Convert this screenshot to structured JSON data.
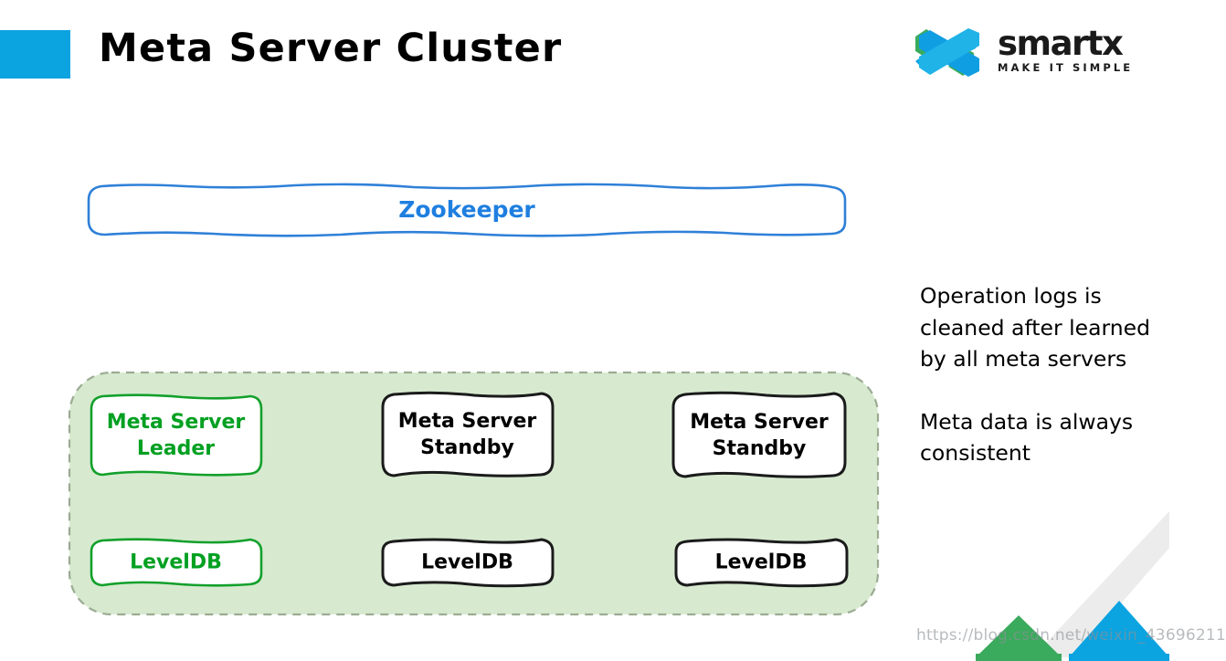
{
  "slide": {
    "title": "Meta Server Cluster",
    "accent_color": "#0ba3e0",
    "leader_color": "#00a021",
    "zookeeper_color": "#1f7fe0",
    "cluster_fill": "#d7ead0"
  },
  "logo": {
    "name": "smartx",
    "tagline": "MAKE IT SIMPLE",
    "mark_green": "#3aaa5c",
    "mark_blue": "#0ba3e0"
  },
  "zookeeper": {
    "label": "Zookeeper"
  },
  "cluster": {
    "nodes": [
      {
        "line1": "Meta Server",
        "line2": "Leader",
        "role": "leader"
      },
      {
        "line1": "Meta Server",
        "line2": "Standby",
        "role": "standby"
      },
      {
        "line1": "Meta Server",
        "line2": "Standby",
        "role": "standby"
      }
    ],
    "stores": [
      {
        "label": "LevelDB",
        "role": "leader"
      },
      {
        "label": "LevelDB",
        "role": "standby"
      },
      {
        "label": "LevelDB",
        "role": "standby"
      }
    ]
  },
  "notes": [
    "Operation logs  is cleaned after learned by all meta servers",
    "Meta data is always consistent"
  ],
  "watermark": {
    "text": "https://blog.csdn.net/weixin_43696211"
  }
}
